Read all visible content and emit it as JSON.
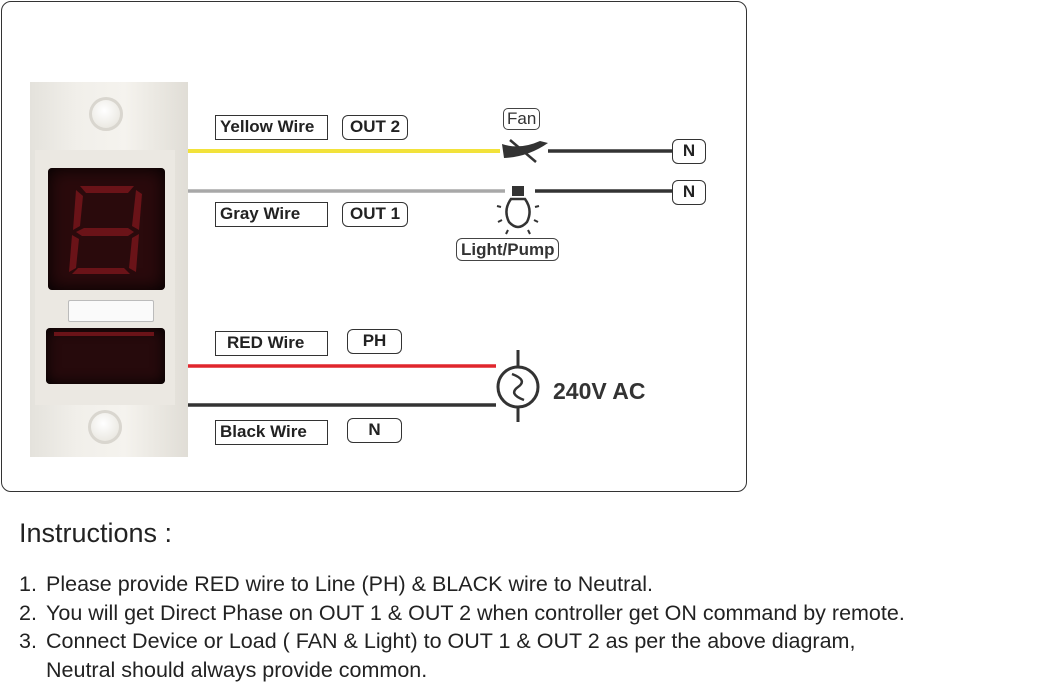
{
  "wiring": {
    "yellow": {
      "label": "Yellow Wire",
      "terminal": "OUT 2",
      "color": "#f2e23a"
    },
    "gray": {
      "label": "Gray Wire",
      "terminal": "OUT 1",
      "color": "#a8a8a8"
    },
    "red": {
      "label": "RED Wire",
      "terminal": "PH",
      "color": "#e0262d"
    },
    "black": {
      "label": "Black Wire",
      "terminal": "N",
      "color": "#333333"
    }
  },
  "loads": {
    "fan_label": "Fan",
    "light_label": "Light/Pump",
    "neutral_1": "N",
    "neutral_2": "N"
  },
  "source": {
    "label": "240V AC"
  },
  "instructions": {
    "title": "Instructions :",
    "items": [
      {
        "num": "1.",
        "text": "Please provide RED wire to Line (PH) & BLACK wire to Neutral."
      },
      {
        "num": "2.",
        "text": "You will get Direct Phase on OUT 1 & OUT 2 when controller get ON command by remote."
      },
      {
        "num": "3.",
        "text": "Connect Device or Load ( FAN & Light) to OUT 1 & OUT 2 as per the above diagram,",
        "text2": "Neutral should always provide common."
      }
    ]
  }
}
